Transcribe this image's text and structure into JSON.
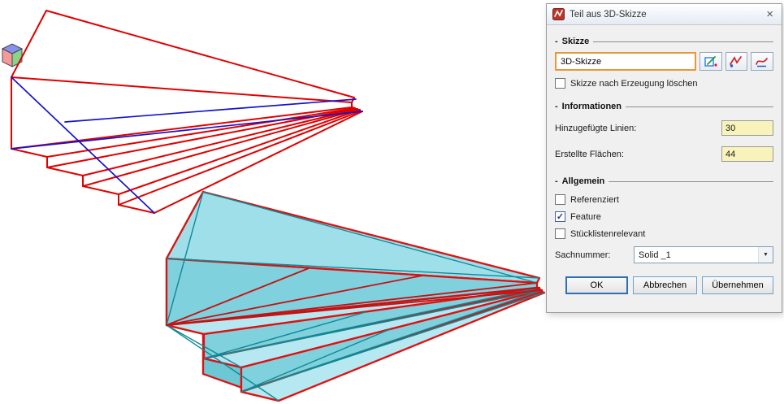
{
  "ui": {
    "collapse_glyph": "-",
    "check_glyph": "✓",
    "dropdown_arrow": "▼",
    "close_glyph": "×"
  },
  "colors": {
    "sketch_red": "#e10000",
    "sketch_blue": "#1414c8",
    "part_edge": "#dd1111",
    "part_line": "#0e8a96",
    "part_fan": "#c41212",
    "part_fill_top": "#9fdfe9",
    "part_fill_tread": "#b5e8f0",
    "part_fill_riser": "#7ed1dd",
    "part_fill_side": "#6cc8d5",
    "accent_orange": "#e8973a",
    "value_field_bg": "#f8f3bb"
  },
  "dialog": {
    "title": "Teil aus 3D-Skizze",
    "groups": {
      "skizze": {
        "label": "Skizze",
        "sketch_name_value": "3D-Skizze",
        "tool_buttons": [
          {
            "icon": "edit-sketch-icon"
          },
          {
            "icon": "sketch-lines-icon"
          },
          {
            "icon": "sketch-curve-icon"
          }
        ],
        "delete_checkbox_label": "Skizze nach Erzeugung löschen",
        "delete_checked": false
      },
      "informationen": {
        "label": "Informationen",
        "rows": [
          {
            "label": "Hinzugefügte Linien:",
            "value": "30"
          },
          {
            "label": "Erstellte Flächen:",
            "value": "44"
          }
        ]
      },
      "allgemein": {
        "label": "Allgemein",
        "checkboxes": [
          {
            "label": "Referenziert",
            "checked": false
          },
          {
            "label": "Feature",
            "checked": true
          },
          {
            "label": "Stücklistenrelevant",
            "checked": false
          }
        ],
        "sachnummer_label": "Sachnummer:",
        "sachnummer_value": "Solid _1"
      }
    },
    "buttons": [
      {
        "label": "OK"
      },
      {
        "label": "Abbrechen"
      },
      {
        "label": "Übernehmen"
      }
    ]
  }
}
